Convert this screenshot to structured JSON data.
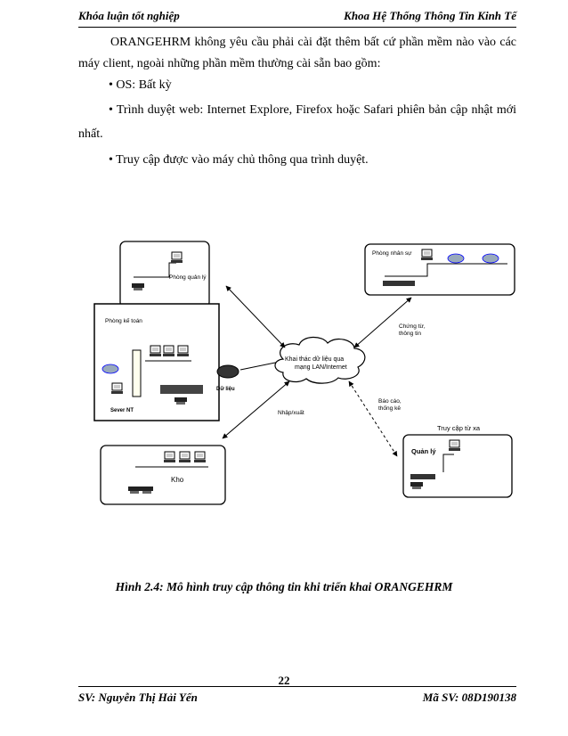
{
  "header": {
    "left": "Khóa luận tốt nghiệp",
    "right": "Khoa Hệ Thống Thông Tin Kinh Tế"
  },
  "body": {
    "para1_line1": "ORANGEHRM không yêu cầu phải cài đặt thêm bất cứ phần mềm nào vào các",
    "para1_line2": "máy client, ngoài những phần mềm thường cài sẵn bao gồm:",
    "bullet_os": "• OS: Bất kỳ",
    "bullet_browser_line1": "• Trình duyệt web: Internet Explore, Firefox hoặc Safari phiên bản cập nhật mới",
    "bullet_browser_line2": "nhất.",
    "bullet_access": "• Truy cập được vào máy chủ thông qua trình duyệt."
  },
  "figure": {
    "phong_quan_ly": "Phòng quản lý",
    "phong_nhan_su": "Phòng nhân sự",
    "phong_ke_toan": "Phòng kế toán",
    "server": "Sever NT",
    "du_lieu": "Dữ liệu",
    "cloud_line1": "Khai thác dữ liệu qua",
    "cloud_line2": "mạng LAN/Internet",
    "chung_tu_line1": "Chứng từ,",
    "chung_tu_line2": "thông tin",
    "bao_cao_line1": "Báo cáo,",
    "bao_cao_line2": "thống kê",
    "nhap_xuat": "Nhập/xuất",
    "truy_cap_tu_xa": "Truy cập từ xa",
    "quan_ly": "Quản lý",
    "kho": "Kho"
  },
  "caption": "Hình 2.4: Mô hình truy cập thông tin khi triển khai ORANGEHRM",
  "page_number": "22",
  "footer": {
    "left": "SV: Nguyễn Thị Hải Yến",
    "right": "Mã SV: 08D190138"
  }
}
